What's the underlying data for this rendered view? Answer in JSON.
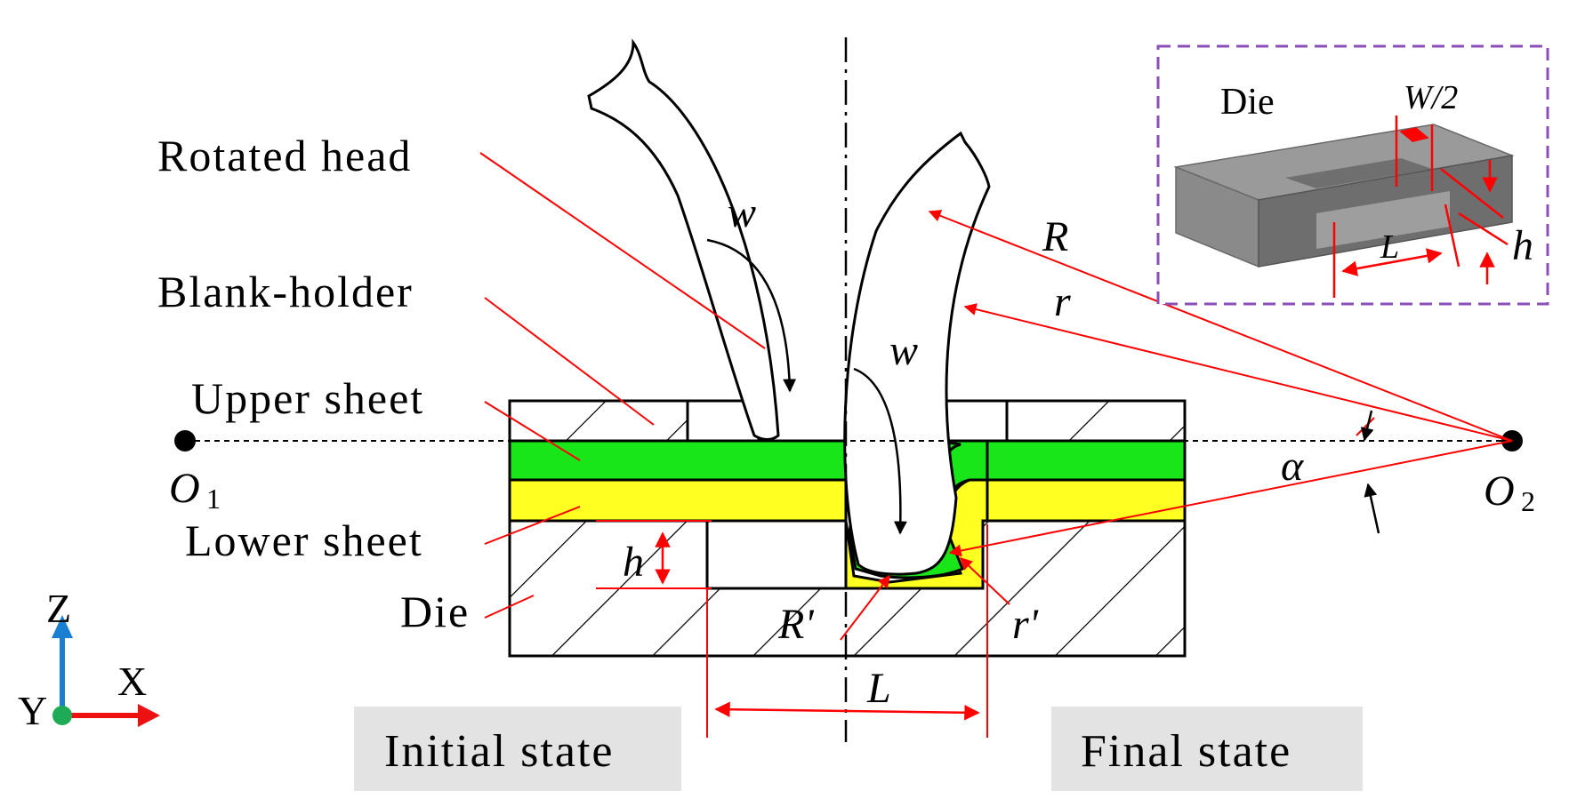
{
  "labels": {
    "rotated_head": "Rotated head",
    "blank_holder": "Blank-holder",
    "upper_sheet": "Upper sheet",
    "lower_sheet": "Lower sheet",
    "die": "Die",
    "initial_state": "Initial state",
    "final_state": "Final state",
    "inset_die": "Die"
  },
  "symbols": {
    "w": "w",
    "R": "R",
    "r": "r",
    "R_prime": "R'",
    "r_prime": "r'",
    "h": "h",
    "L": "L",
    "alpha": "α",
    "O": "O",
    "sub1": "1",
    "sub2": "2",
    "W_half": "W/2"
  },
  "axes": {
    "z": "Z",
    "x": "X",
    "y": "Y"
  },
  "colors": {
    "upper_sheet": "#19e619",
    "lower_sheet": "#ffff22",
    "leader": "#ff0000",
    "inset_border": "#8c4fb8",
    "state_box": "#e3e3e3",
    "z_axis": "#1a7fd0",
    "x_axis": "#ee1111",
    "y_axis": "#1faa55",
    "die_block": "#7a7a7a"
  }
}
